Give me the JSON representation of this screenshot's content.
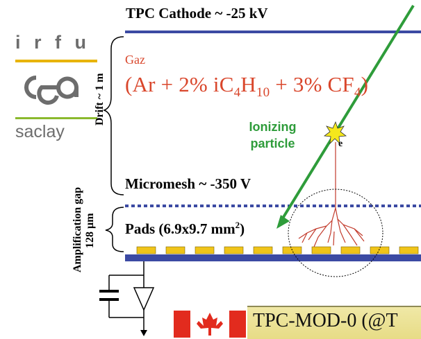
{
  "logo": {
    "irfu": "i r f u",
    "cea": "cea",
    "saclay": "saclay",
    "accent_color": "#e8b400",
    "accent_color_2": "#8ab92d"
  },
  "cathode": {
    "label": "TPC Cathode ~ -25 kV",
    "color": "#3b4aa3"
  },
  "gas": {
    "heading": "Gaz",
    "mix_parts": [
      "(Ar + 2% iC",
      "4",
      "H",
      "10",
      " + 3% CF",
      "4",
      ")"
    ],
    "color": "#d9462b"
  },
  "drift": {
    "label": "Drift ~ 1 m"
  },
  "particle": {
    "label_line1": "Ionizing",
    "label_line2": "particle",
    "electron_symbol": "e",
    "color": "#2e9c3a"
  },
  "micromesh": {
    "label": "Micromesh ~ -350 V",
    "color": "#3b4aa3"
  },
  "amplification": {
    "label_line1": "Amplification gap",
    "label_line2": "128 µm"
  },
  "pads": {
    "label_prefix": "Pads (6.9x9.7 mm",
    "label_sup": "2",
    "label_suffix": ")",
    "pad_color": "#f0c419",
    "anode_color": "#3b4aa3"
  },
  "banner": {
    "title": "TPC-MOD-0 (@T",
    "flag_color": "#e22b1e"
  }
}
